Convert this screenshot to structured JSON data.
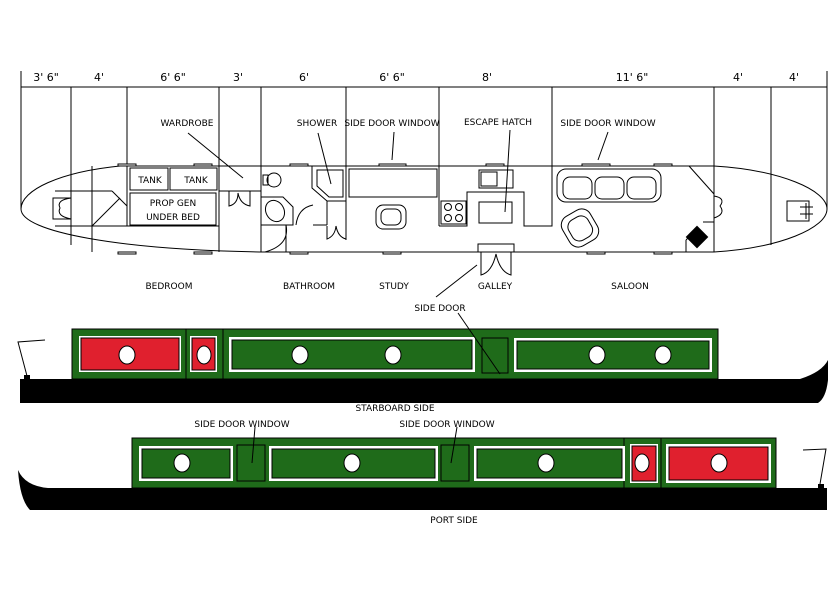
{
  "dimensions": [
    "3' 6\"",
    "4'",
    "6' 6\"",
    "3'",
    "6'",
    "6' 6\"",
    "8'",
    "11' 6\"",
    "4'",
    "4'"
  ],
  "callouts": {
    "wardrobe": "WARDROBE",
    "shower": "SHOWER",
    "side_door_window_study": "SIDE DOOR WINDOW",
    "escape_hatch": "ESCAPE HATCH",
    "side_door_window_saloon": "SIDE DOOR WINDOW",
    "side_door": "SIDE DOOR"
  },
  "fixtures": {
    "tank1": "TANK",
    "tank2": "TANK",
    "prop_gen_line1": "PROP GEN",
    "prop_gen_line2": "UNDER BED"
  },
  "rooms": [
    "BEDROOM",
    "BATHROOM",
    "STUDY",
    "GALLEY",
    "SALOON"
  ],
  "elevations": {
    "starboard_label": "STARBOARD SIDE",
    "port_label": "PORT SIDE",
    "port_callout1": "SIDE DOOR WINDOW",
    "port_callout2": "SIDE DOOR WINDOW"
  },
  "colors": {
    "cabin_green": "#1f6b1a",
    "panel_red": "#e0202e",
    "hull_black": "#000000"
  }
}
